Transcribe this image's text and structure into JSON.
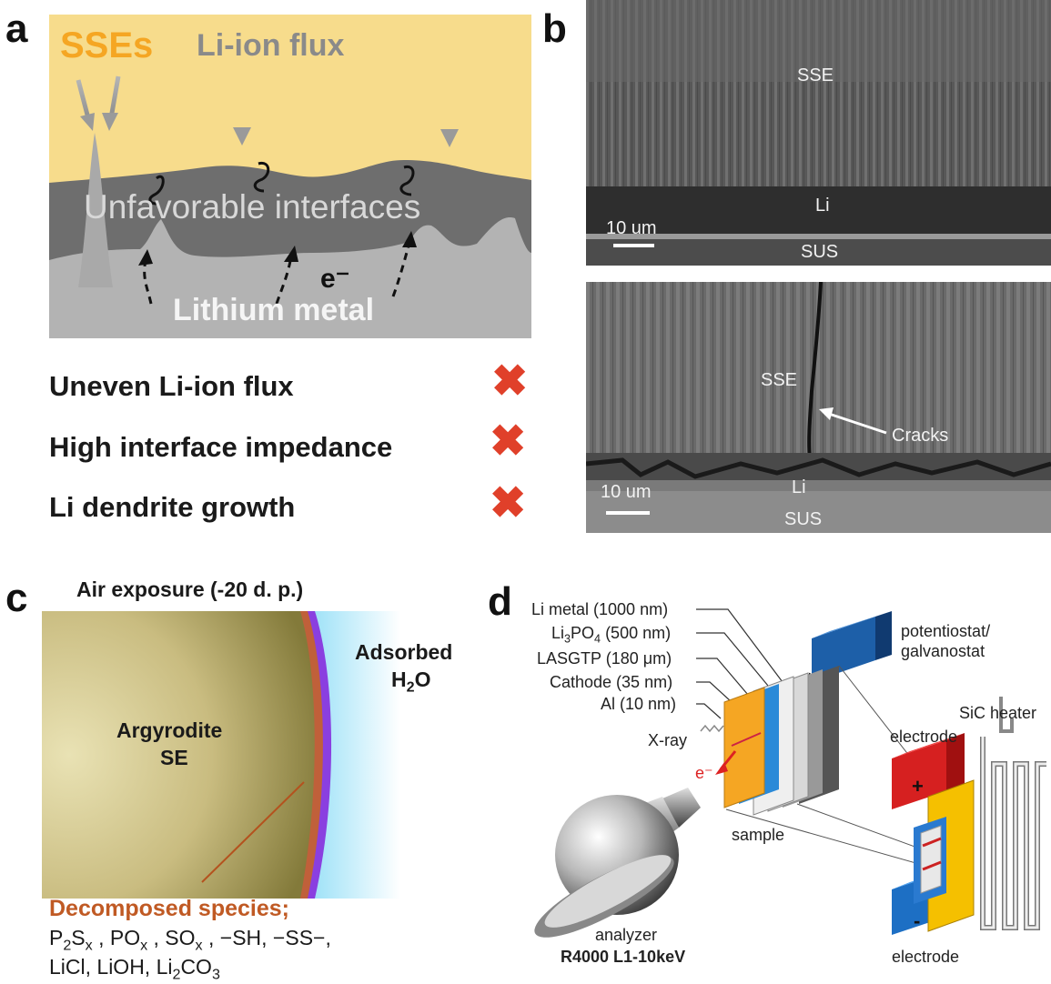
{
  "panel_a": {
    "letter": "a",
    "sses": "SSEs",
    "flux": "Li-ion flux",
    "interfaces": "Unfavorable interfaces",
    "electron": "e⁻",
    "lithium": "Lithium metal",
    "issues": [
      {
        "text": "Uneven Li-ion flux",
        "mark": "✖"
      },
      {
        "text": "High interface impedance",
        "mark": "✖"
      },
      {
        "text": "Li dendrite growth",
        "mark": "✖"
      }
    ]
  },
  "panel_b": {
    "letter": "b",
    "top": {
      "sse": "SSE",
      "li": "Li",
      "sus": "SUS",
      "scale": "10 um"
    },
    "bottom": {
      "sse": "SSE",
      "cracks": "Cracks",
      "li": "Li",
      "sus": "SUS",
      "scale": "10 um"
    }
  },
  "panel_c": {
    "letter": "c",
    "title": "Air exposure (-20 d. p.)",
    "argyrodite": "Argyrodite",
    "se": "SE",
    "adsorbed": "Adsorbed",
    "h2o_base": "H",
    "h2o_sub": "2",
    "h2o_tail": "O",
    "decomposed": "Decomposed species;",
    "line1": [
      "P",
      "2",
      "S",
      "x",
      " , PO",
      "x",
      " , SO",
      "x",
      " , −SH, −SS−,"
    ],
    "line2": [
      "LiCl, LiOH, Li",
      "2",
      "CO",
      "3"
    ]
  },
  "panel_d": {
    "letter": "d",
    "li_metal": "Li metal (1000 nm)",
    "li3po4": [
      "Li",
      "3",
      "PO",
      "4",
      " (500 nm)"
    ],
    "lasgtp": "LASGTP (180 μm)",
    "cathode": "Cathode (35 nm)",
    "al": "Al (10 nm)",
    "xray": "X-ray",
    "electron": "e⁻",
    "potentiostat": "potentiostat/",
    "galvanostat": "galvanostat",
    "sic": "SiC heater",
    "electrode_top": "electrode",
    "electrode_bottom": "electrode",
    "sample": "sample",
    "analyzer": "analyzer",
    "model": "R4000 L1-10keV",
    "plus": "+",
    "minus": "-"
  }
}
